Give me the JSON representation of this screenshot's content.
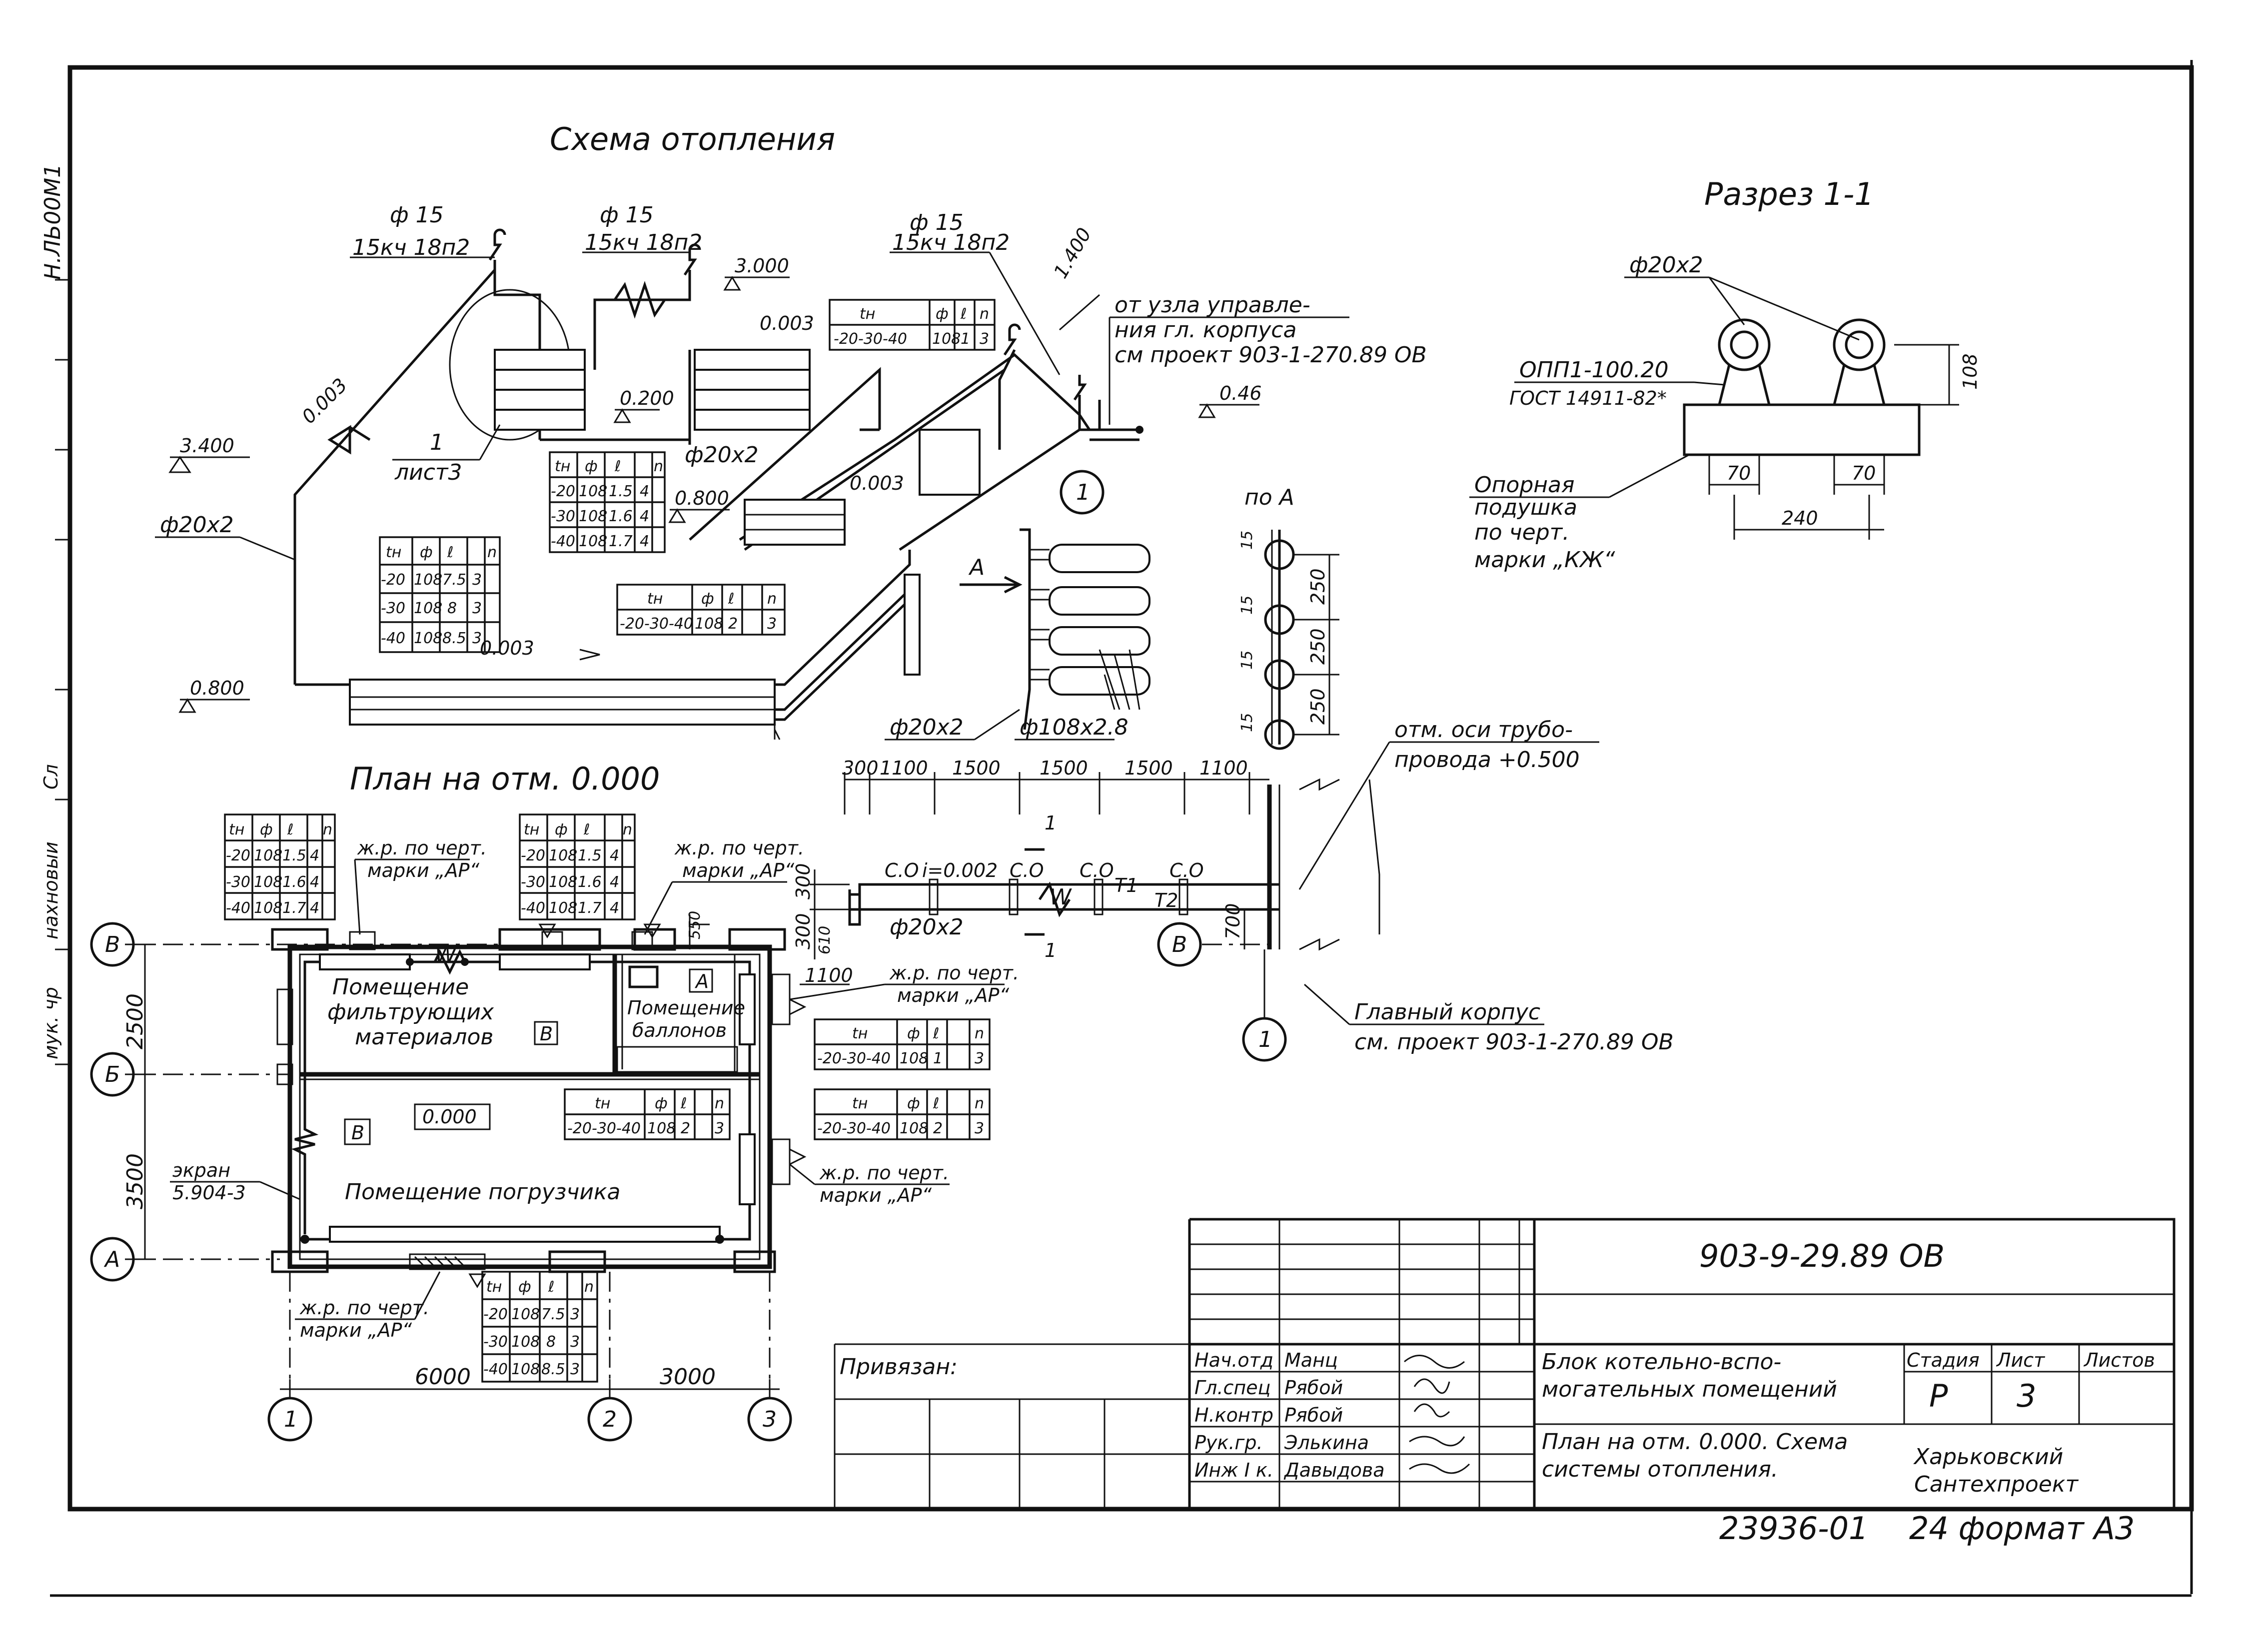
{
  "drawing": {
    "title_heating_scheme": "Схема отопления",
    "title_section": "Разрез 1-1",
    "title_plan": "План на отм. 0.000",
    "side_stamp": "Н.ЛЬ00М1",
    "side_labels": [
      "мук. чр",
      "нахновыи",
      "Сл"
    ]
  },
  "scheme": {
    "pipe_labels": [
      {
        "dia": "ф 15",
        "valve": "15кч 18п2"
      },
      {
        "dia": "ф 15",
        "valve": "15кч 18п2"
      },
      {
        "dia": "ф 15",
        "valve": "15кч 18п2"
      }
    ],
    "main_pipe": "ф20х2",
    "slope_labels": [
      "0.003",
      "0.003",
      "0.003",
      "0.003"
    ],
    "levels": [
      "3.400",
      "3.000",
      "0.200",
      "0.800",
      "0.800",
      "0.46",
      "1.400"
    ],
    "sheet_ref": {
      "num": "1",
      "text": "лист3"
    },
    "pipe_20x2_mid": "ф20х2",
    "from_unit": [
      "от узла управле-",
      "ния гл. корпуса",
      "см проект 903-1-270.89 ОВ"
    ],
    "section_marker": "1",
    "view_a": {
      "arrow": "А",
      "title": "по А",
      "pipe": "ф20х2",
      "reg": "ф108х2.8",
      "spacing": [
        "250",
        "250",
        "250"
      ],
      "gaps": [
        "15",
        "15",
        "15",
        "15"
      ]
    }
  },
  "tables": {
    "header": [
      "tн",
      "ф",
      "ℓ",
      "n"
    ],
    "reg_4": [
      [
        "-20",
        "108",
        "1.5",
        "4"
      ],
      [
        "-30",
        "108",
        "1.6",
        "4"
      ],
      [
        "-40",
        "108",
        "1.7",
        "4"
      ]
    ],
    "reg_3": [
      [
        "-20",
        "108",
        "7.5",
        "3"
      ],
      [
        "-30",
        "108",
        "8",
        "3"
      ],
      [
        "-40",
        "108",
        "8.5",
        "3"
      ]
    ],
    "single_13": [
      "-20-30-40",
      "108",
      "1",
      "3"
    ],
    "single_23": [
      "-20-30-40",
      "108",
      "2",
      "3"
    ]
  },
  "section": {
    "pipe": "ф20х2",
    "support": "ОПП1-100.20",
    "gost": "ГОСТ 14911-82*",
    "pad": [
      "Опорная",
      "подушка",
      "по черт.",
      "марки „КЖ“"
    ],
    "dims": [
      "108",
      "70",
      "70",
      "240"
    ]
  },
  "plan": {
    "axes": [
      "В",
      "Б",
      "А",
      "1",
      "2",
      "3"
    ],
    "dims_v": [
      "2500",
      "3500"
    ],
    "dims_h": [
      "6000",
      "3000"
    ],
    "rooms": [
      "Помещение",
      "фильтрующих",
      "материалов",
      "Помещение",
      "баллонов",
      "Помещение погрузчика"
    ],
    "cats": [
      "А",
      "В",
      "В"
    ],
    "level": "0.000",
    "grille_note": [
      "ж.р. по черт.",
      "марки „АР“"
    ],
    "screen": [
      "экран",
      "5.904-3"
    ],
    "small_dims": [
      "550",
      "610",
      "1100"
    ],
    "pipe_main": "ф20х2",
    "w_label": "W"
  },
  "network": {
    "dims": [
      "300",
      "1100",
      "1500",
      "1500",
      "1500",
      "1100"
    ],
    "axis_note": [
      "отм. оси трубо-",
      "провода +0.500"
    ],
    "main_building": [
      "Главный корпус",
      "см. проект 903-1-270.89 ОВ"
    ],
    "labels": [
      "С.О",
      "С.О",
      "С.О",
      "С.О",
      "i=0.002",
      "T1",
      "T2"
    ],
    "side_dims": [
      "300",
      "300",
      "700"
    ],
    "axis_v": "В",
    "marker": "1"
  },
  "title_block": {
    "code": "903-9-29.89 ОВ",
    "linked": "Привязан:",
    "roles": [
      "Нач.отд",
      "Гл.спец",
      "Н.контр",
      "Рук.гр.",
      "Инж I к."
    ],
    "names": [
      "Манц",
      "Рябой",
      "Рябой",
      "Элькина",
      "Давыдова"
    ],
    "building": [
      "Блок котельно-вспо-",
      "могательных помещений"
    ],
    "sheet_desc": [
      "План на отм. 0.000. Схема",
      "системы отопления."
    ],
    "stage_head": [
      "Стадия",
      "Лист",
      "Листов"
    ],
    "stage": "Р",
    "sheet": "3",
    "org": [
      "Харьковский",
      "Сантехпроект"
    ],
    "footer_code": "23936-01",
    "format": "24 формат А3"
  }
}
